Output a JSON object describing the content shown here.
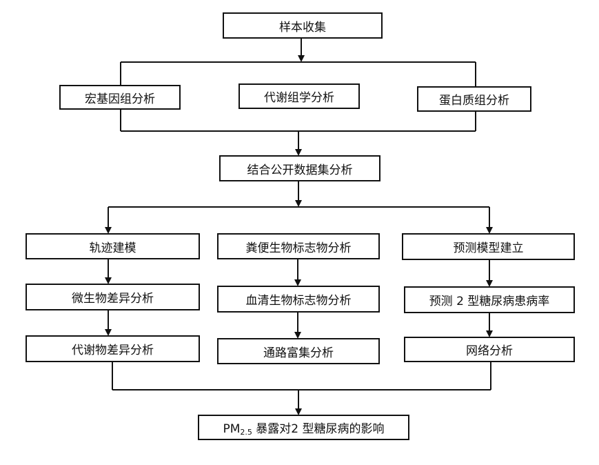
{
  "nodes": {
    "sample_collection": "样本收集",
    "metagenome": "宏基因组分析",
    "metabolome": "代谢组学分析",
    "proteome": "蛋白质组分析",
    "public_data": "结合公开数据集分析",
    "trajectory": "轨迹建模",
    "fecal_markers": "粪便生物标志物分析",
    "prediction_model": "预测模型建立",
    "microbe_diff": "微生物差异分析",
    "serum_markers": "血清生物标志物分析",
    "predict_t2d": "预测 2 型糖尿病患病率",
    "metabolite_diff": "代谢物差异分析",
    "pathway_enrich": "通路富集分析",
    "network": "网络分析",
    "final_prefix": "PM",
    "final_sub": "2.5",
    "final_suffix": " 暴露对2 型糖尿病的影响"
  }
}
